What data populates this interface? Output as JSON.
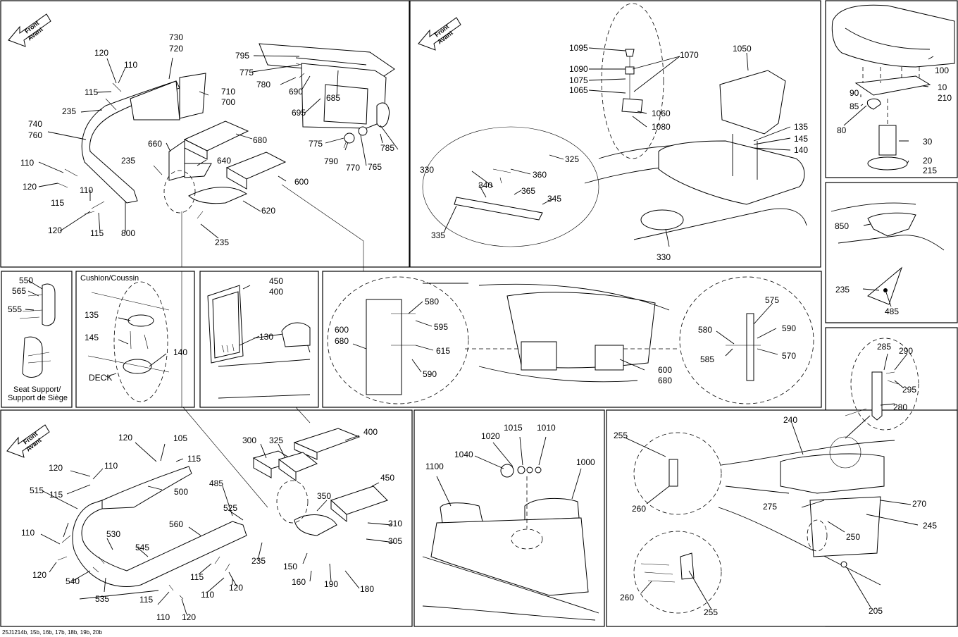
{
  "footer": "25J1214b, 15b, 16b, 17b, 18b, 19b, 20b",
  "front_arrow": {
    "line1": "Front",
    "line2": "Avant"
  },
  "captions": {
    "cushion": "Cushion/Coussin",
    "deck": "DECK",
    "seat_support_1": "Seat Support/",
    "seat_support_2": "Support de Siège"
  },
  "labels": {
    "p1": [
      "730",
      "720",
      "120",
      "110",
      "795",
      "775",
      "780",
      "690",
      "695",
      "685",
      "115",
      "235",
      "710",
      "700",
      "740",
      "760",
      "680",
      "660",
      "640",
      "235",
      "110",
      "120",
      "115",
      "110",
      "600",
      "620",
      "120",
      "115",
      "800",
      "235",
      "775",
      "790",
      "770",
      "765",
      "785"
    ],
    "p2": [
      "1095",
      "1070",
      "1050",
      "1090",
      "1075",
      "1065",
      "1060",
      "1080",
      "135",
      "145",
      "140",
      "330",
      "360",
      "325",
      "340",
      "365",
      "345",
      "335",
      "330"
    ],
    "p3": [
      "100",
      "90",
      "10",
      "210",
      "85",
      "80",
      "30",
      "20",
      "215"
    ],
    "p4": [
      "850",
      "235",
      "485"
    ],
    "p5": [
      "550",
      "565",
      "555"
    ],
    "p6": [
      "135",
      "145",
      "140"
    ],
    "p7": [
      "450",
      "400",
      "130"
    ],
    "p8": [
      "580",
      "595",
      "600",
      "680",
      "615",
      "590",
      "575",
      "580",
      "590",
      "585",
      "570",
      "600",
      "680"
    ],
    "p9": [
      "285",
      "290",
      "295",
      "280"
    ],
    "p10": [
      "120",
      "105",
      "120",
      "110",
      "115",
      "515",
      "500",
      "115",
      "485",
      "110",
      "530",
      "525",
      "560",
      "545",
      "120",
      "540",
      "535",
      "115",
      "110",
      "120",
      "235",
      "115",
      "110",
      "120"
    ],
    "p11": [
      "300",
      "325",
      "400",
      "350",
      "450",
      "310",
      "305",
      "150",
      "160",
      "190",
      "180"
    ],
    "p12": [
      "1020",
      "1015",
      "1010",
      "1040",
      "1100",
      "1000"
    ],
    "p13": [
      "255",
      "240",
      "260",
      "275",
      "270",
      "245",
      "250",
      "260",
      "255",
      "205"
    ]
  }
}
